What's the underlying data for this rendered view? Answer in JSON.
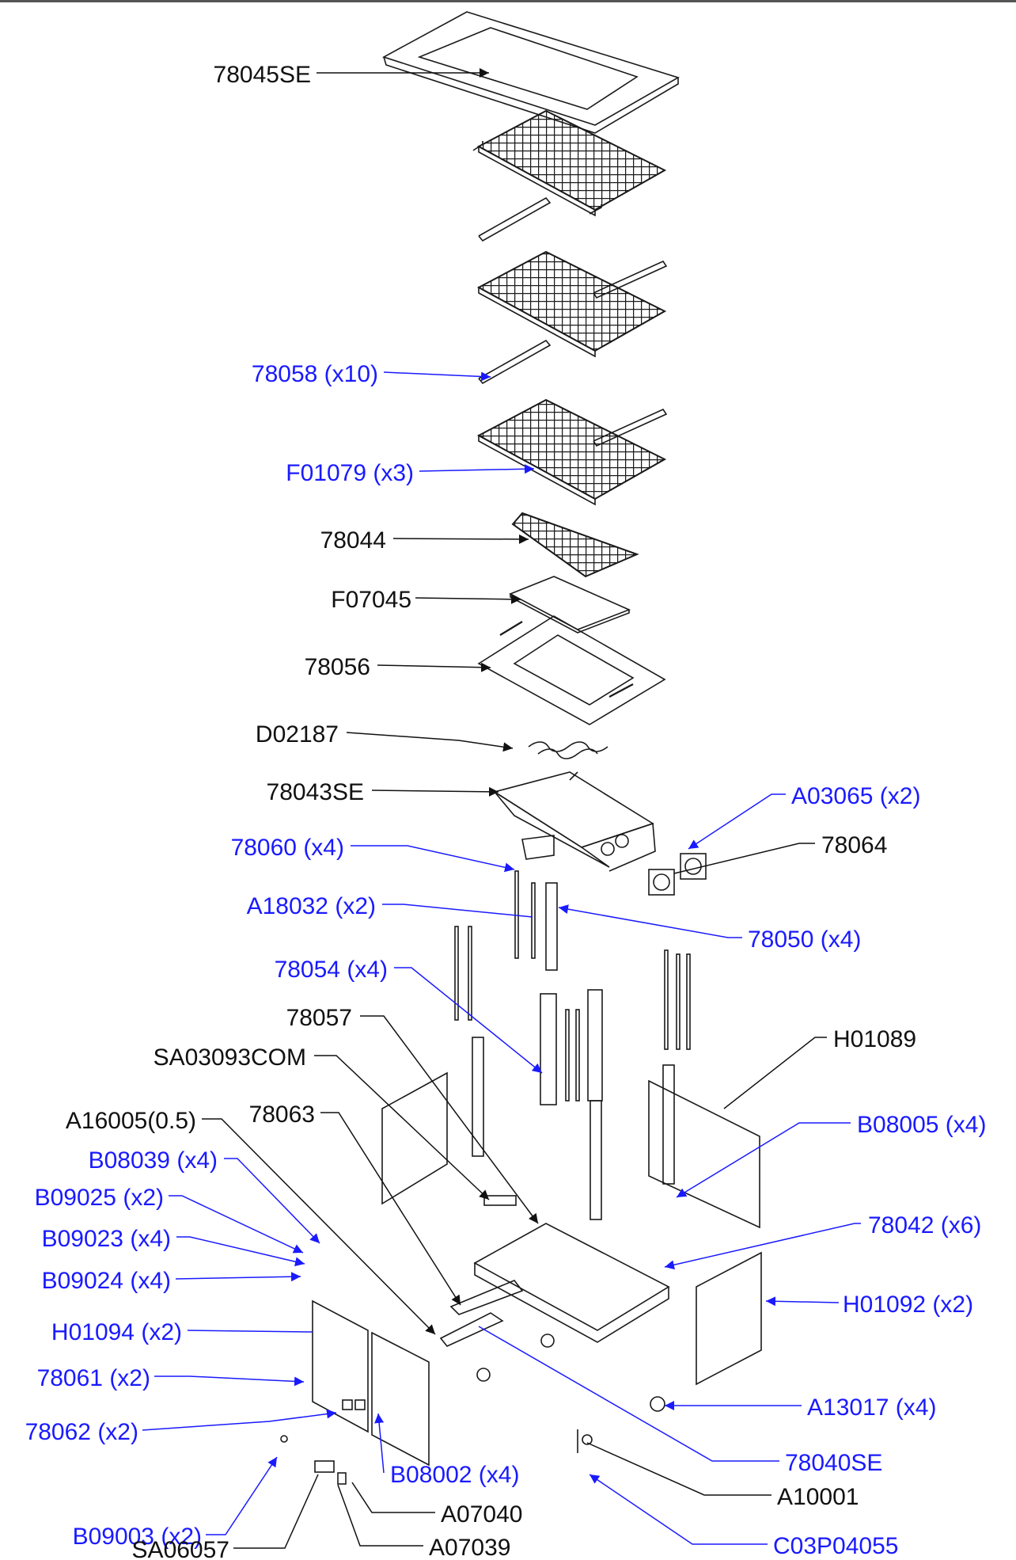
{
  "diagram": {
    "colors": {
      "black_label": "#111111",
      "blue_label": "#1a1aff"
    },
    "labels": [
      {
        "id": "l01",
        "text": "78045SE",
        "color": "black"
      },
      {
        "id": "l02",
        "text": "78058  (x10)",
        "color": "blue"
      },
      {
        "id": "l03",
        "text": "F01079  (x3)",
        "color": "blue"
      },
      {
        "id": "l04",
        "text": "78044",
        "color": "black"
      },
      {
        "id": "l05",
        "text": "F07045",
        "color": "black"
      },
      {
        "id": "l06",
        "text": "78056",
        "color": "black"
      },
      {
        "id": "l07",
        "text": "D02187",
        "color": "black"
      },
      {
        "id": "l08",
        "text": "78043SE",
        "color": "black"
      },
      {
        "id": "l09",
        "text": "A03065  (x2)",
        "color": "blue"
      },
      {
        "id": "l10",
        "text": "78064",
        "color": "black"
      },
      {
        "id": "l11",
        "text": "78060  (x4)",
        "color": "blue"
      },
      {
        "id": "l12",
        "text": "A18032  (x2)",
        "color": "blue"
      },
      {
        "id": "l13",
        "text": "78050  (x4)",
        "color": "blue"
      },
      {
        "id": "l14",
        "text": "78054  (x4)",
        "color": "blue"
      },
      {
        "id": "l15",
        "text": "78057",
        "color": "black"
      },
      {
        "id": "l16",
        "text": "H01089",
        "color": "black"
      },
      {
        "id": "l17",
        "text": "SA03093COM",
        "color": "black"
      },
      {
        "id": "l18",
        "text": "A16005(0.5)",
        "color": "black"
      },
      {
        "id": "l19",
        "text": "78063",
        "color": "black"
      },
      {
        "id": "l20",
        "text": "B08005  (x4)",
        "color": "blue"
      },
      {
        "id": "l21",
        "text": "B08039  (x4)",
        "color": "blue"
      },
      {
        "id": "l22",
        "text": "B09025  (x2)",
        "color": "blue"
      },
      {
        "id": "l23",
        "text": "78042  (x6)",
        "color": "blue"
      },
      {
        "id": "l24",
        "text": "B09023  (x4)",
        "color": "blue"
      },
      {
        "id": "l25",
        "text": "B09024  (x4)",
        "color": "blue"
      },
      {
        "id": "l26",
        "text": "H01092  (x2)",
        "color": "blue"
      },
      {
        "id": "l27",
        "text": "H01094  (x2)",
        "color": "blue"
      },
      {
        "id": "l28",
        "text": "78061  (x2)",
        "color": "blue"
      },
      {
        "id": "l29",
        "text": "A13017  (x4)",
        "color": "blue"
      },
      {
        "id": "l30",
        "text": "78062  (x2)",
        "color": "blue"
      },
      {
        "id": "l31",
        "text": "78040SE",
        "color": "blue"
      },
      {
        "id": "l32",
        "text": "B08002  (x4)",
        "color": "blue"
      },
      {
        "id": "l33",
        "text": "A10001",
        "color": "black"
      },
      {
        "id": "l34",
        "text": "B09003  (x2)",
        "color": "blue"
      },
      {
        "id": "l35",
        "text": "A07040",
        "color": "black"
      },
      {
        "id": "l36",
        "text": "SA06057",
        "color": "black"
      },
      {
        "id": "l37",
        "text": "A07039",
        "color": "black"
      },
      {
        "id": "l38",
        "text": "C03P04055",
        "color": "blue"
      }
    ]
  }
}
